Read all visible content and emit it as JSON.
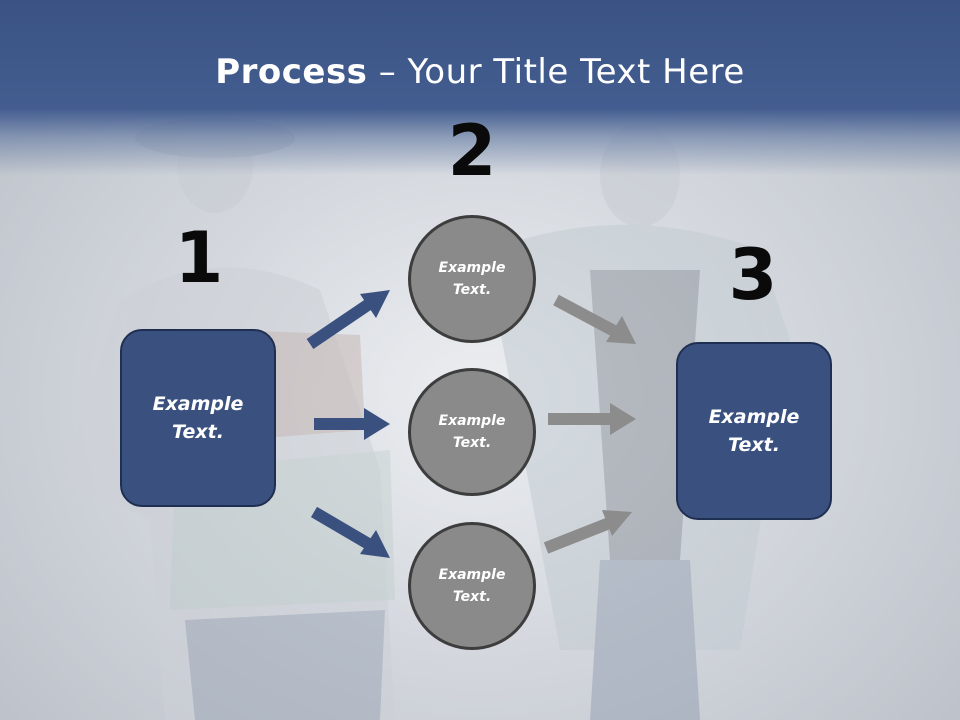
{
  "title": {
    "bold": "Process",
    "rest": " – Your Title Text Here"
  },
  "steps": [
    {
      "number": "1",
      "label": "Example Text."
    },
    {
      "number": "2",
      "label": "Example Text."
    },
    {
      "number": "3",
      "label": "Example Text."
    }
  ],
  "middle": [
    {
      "label": "Example Text."
    },
    {
      "label": "Example Text."
    },
    {
      "label": "Example Text."
    }
  ],
  "colors": {
    "band": "#435d90",
    "box": "#3a5180",
    "circle": "#8a8a8a",
    "arrow_blue": "#3a5180",
    "arrow_gray": "#8c8c8c"
  }
}
